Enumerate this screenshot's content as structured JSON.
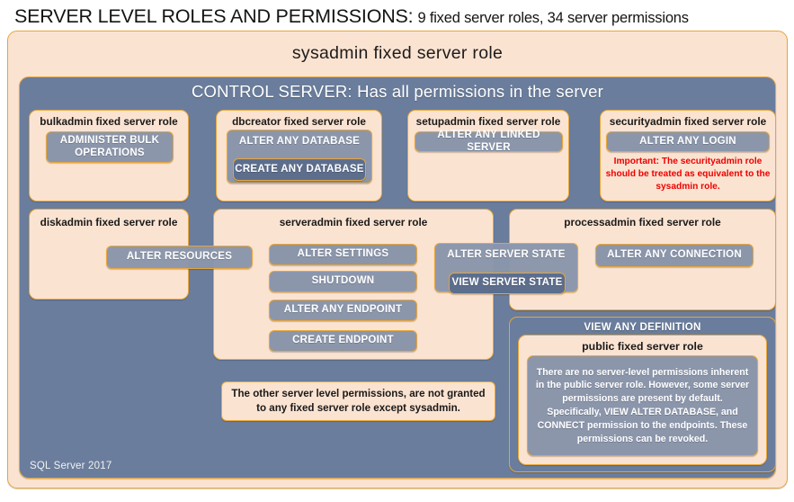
{
  "title": {
    "main": "SERVER LEVEL ROLES AND PERMISSIONS:",
    "subtitle": "9 fixed server roles, 34 server permissions"
  },
  "colors": {
    "peach_fill": "#fbe3d1",
    "orange_border": "#e8a63a",
    "slate_fill": "#6a7d9c",
    "permission_fill": "#8b96ab",
    "permission_dark_fill": "#5d6e8c",
    "warning_text": "#ee0000",
    "title_text": "#141414"
  },
  "sysadmin": {
    "label": "sysadmin fixed server role"
  },
  "control_server": {
    "label": "CONTROL SERVER: Has all permissions in the server"
  },
  "roles": {
    "bulkadmin": {
      "title": "bulkadmin fixed server role",
      "permissions": [
        "ADMINISTER  BULK OPERATIONS"
      ]
    },
    "dbcreator": {
      "title": "dbcreator fixed server role",
      "permissions": [
        "ALTER ANY DATABASE",
        "CREATE  ANY DATABASE"
      ]
    },
    "setupadmin": {
      "title": "setupadmin fixed server role",
      "permissions": [
        "ALTER ANY LINKED SERVER"
      ]
    },
    "securityadmin": {
      "title": "securityadmin fixed server role",
      "permissions": [
        "ALTER ANY LOGIN"
      ],
      "note": "Important:  The securityadmin role should  be treated  as equivalent to the  sysadmin role."
    },
    "diskadmin": {
      "title": "diskadmin fixed server role",
      "permissions": [
        "ALTER RESOURCES"
      ]
    },
    "serveradmin": {
      "title": "serveradmin fixed server role",
      "permissions": [
        "ALTER SETTINGS",
        "SHUTDOWN",
        "ALTER ANY ENDPOINT",
        "CREATE  ENDPOINT"
      ],
      "shared_permissions": [
        "ALTER SERVER  STATE",
        "VIEW SERVER  STATE"
      ]
    },
    "processadmin": {
      "title": "processadmin fixed server role",
      "permissions": [
        "ALTER ANY CONNECTION"
      ]
    },
    "public": {
      "group_permission": "VIEW ANY DEFINITION",
      "title": "public  fixed server role",
      "note": "There are no server-level permissions inherent in the public server role. However, some server permissions are present by default. Specifically, VIEW ALTER DATABASE, and CONNECT permission to the endpoints. These permissions can be revoked."
    }
  },
  "other_note": "The other server level permissions,  are not granted to any fixed server role except sysadmin.",
  "footer": {
    "version": "SQL Server 2017"
  }
}
